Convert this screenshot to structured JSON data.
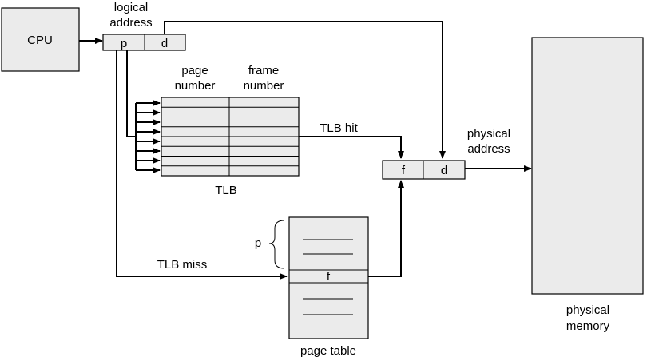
{
  "cpu": {
    "label": "CPU"
  },
  "logical_address": {
    "line1": "logical",
    "line2": "address",
    "p": "p",
    "d": "d"
  },
  "tlb": {
    "col_page_line1": "page",
    "col_page_line2": "number",
    "col_frame_line1": "frame",
    "col_frame_line2": "number",
    "label": "TLB",
    "row_count": 8
  },
  "tlb_hit": "TLB hit",
  "tlb_miss": "TLB miss",
  "physical_address": {
    "line1": "physical",
    "line2": "address",
    "f": "f",
    "d": "d"
  },
  "page_table": {
    "label": "page table",
    "p_label": "p",
    "f_entry": "f"
  },
  "physical_memory": {
    "line1": "physical",
    "line2": "memory"
  },
  "colors": {
    "box_fill": "#ebebeb",
    "stroke": "#000000"
  }
}
